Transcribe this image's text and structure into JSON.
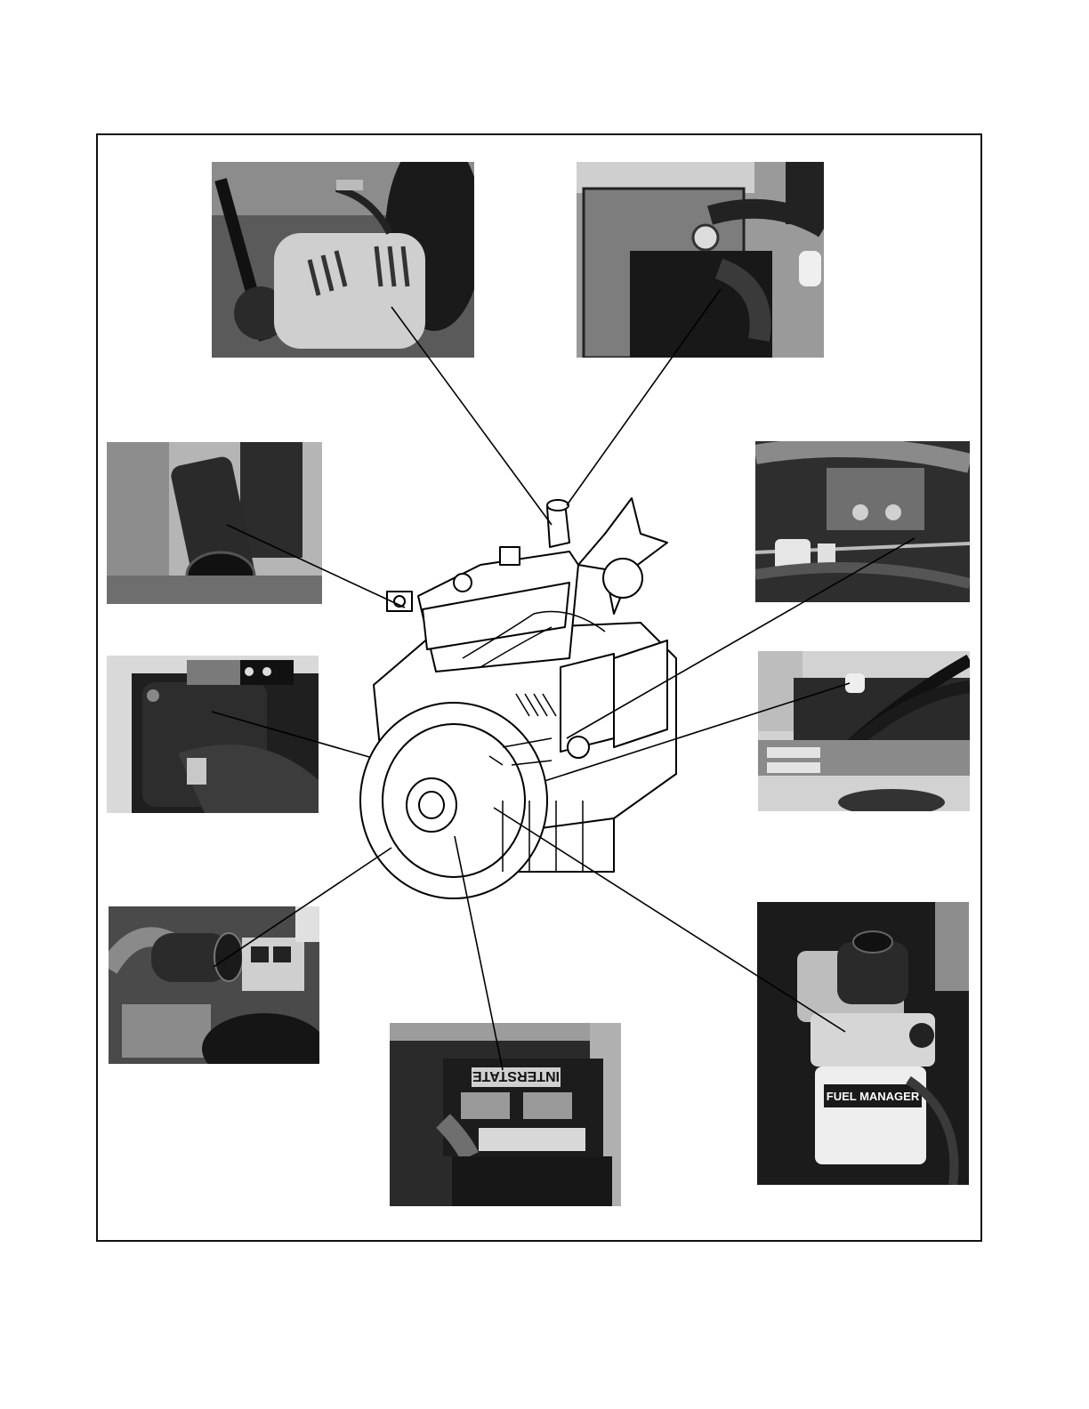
{
  "figure": {
    "photos": [
      {
        "id": "alternator",
        "icon": "alternator-photo"
      },
      {
        "id": "radiator-cap",
        "icon": "radiator-cap-photo"
      },
      {
        "id": "muffler",
        "icon": "muffler-photo"
      },
      {
        "id": "linkage",
        "icon": "throttle-linkage-photo"
      },
      {
        "id": "exhaust-elbow",
        "icon": "exhaust-manifold-photo"
      },
      {
        "id": "hydraulic-lines",
        "icon": "hydraulic-lines-photo"
      },
      {
        "id": "air-cleaner",
        "icon": "air-cleaner-photo"
      },
      {
        "id": "battery",
        "icon": "battery-photo"
      },
      {
        "id": "fuel-filter",
        "icon": "fuel-filter-photo"
      }
    ],
    "battery_brand": "INTERSTATE",
    "fuel_filter_brand": "FUEL MANAGER",
    "colors": {
      "frame": "#111111",
      "leader": "#000000",
      "photo_dark": "#1c1c1c",
      "photo_mid": "#7a7a7a",
      "photo_light": "#d8d8d8"
    }
  }
}
